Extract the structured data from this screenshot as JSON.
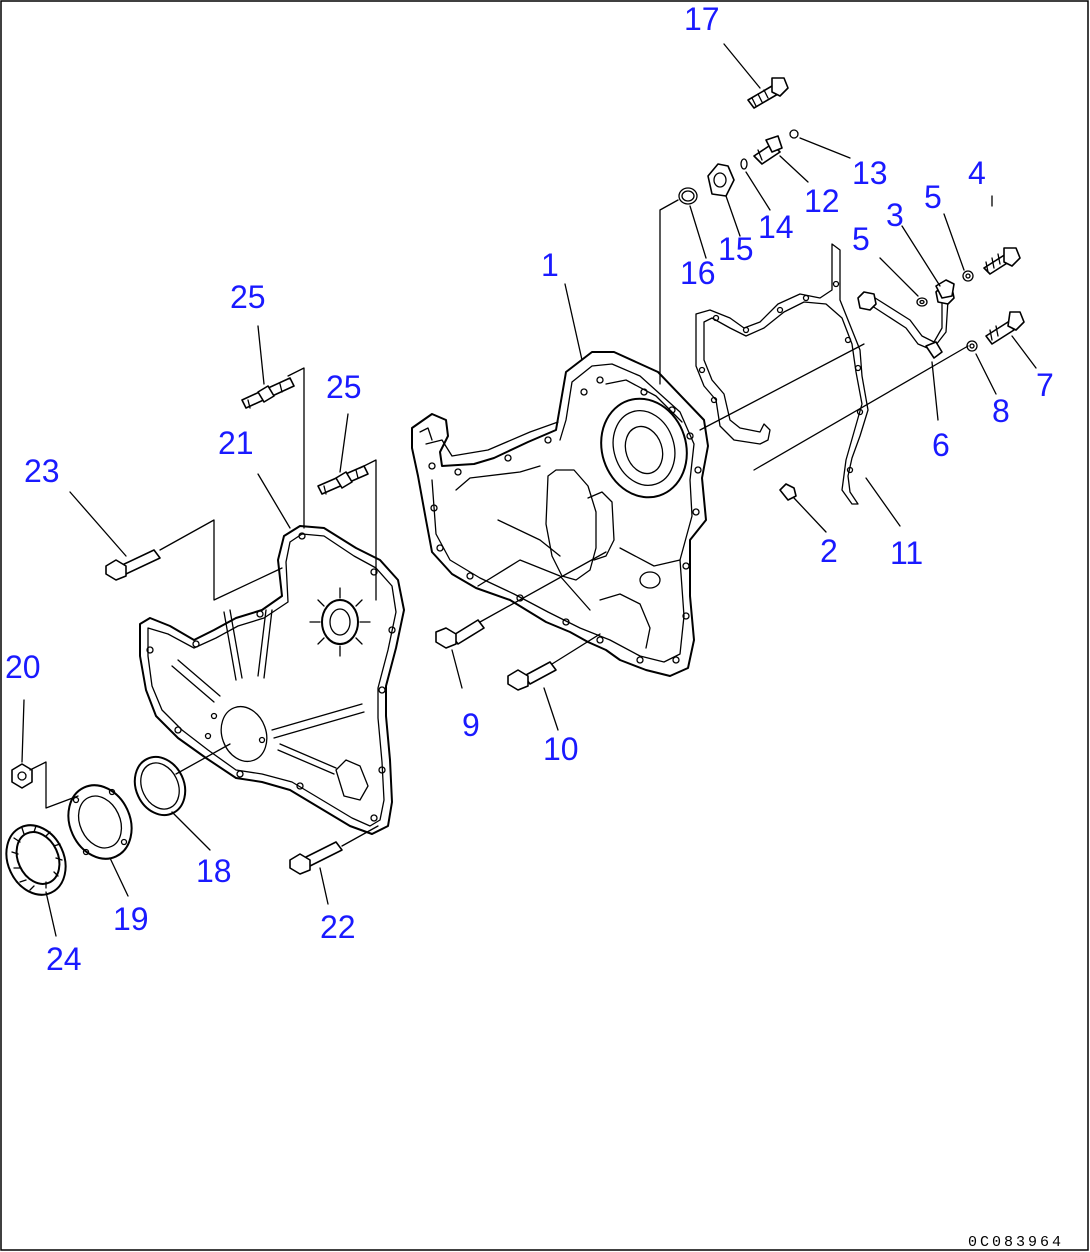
{
  "callouts": [
    {
      "id": "1",
      "text": "1"
    },
    {
      "id": "2",
      "text": "2"
    },
    {
      "id": "3",
      "text": "3"
    },
    {
      "id": "4",
      "text": "4"
    },
    {
      "id": "5a",
      "text": "5"
    },
    {
      "id": "5b",
      "text": "5"
    },
    {
      "id": "6",
      "text": "6"
    },
    {
      "id": "7",
      "text": "7"
    },
    {
      "id": "8",
      "text": "8"
    },
    {
      "id": "9",
      "text": "9"
    },
    {
      "id": "10",
      "text": "10"
    },
    {
      "id": "11",
      "text": "11"
    },
    {
      "id": "12",
      "text": "12"
    },
    {
      "id": "13",
      "text": "13"
    },
    {
      "id": "14",
      "text": "14"
    },
    {
      "id": "15",
      "text": "15"
    },
    {
      "id": "16",
      "text": "16"
    },
    {
      "id": "17",
      "text": "17"
    },
    {
      "id": "18",
      "text": "18"
    },
    {
      "id": "19",
      "text": "19"
    },
    {
      "id": "20",
      "text": "20"
    },
    {
      "id": "21",
      "text": "21"
    },
    {
      "id": "22",
      "text": "22"
    },
    {
      "id": "23",
      "text": "23"
    },
    {
      "id": "24",
      "text": "24"
    },
    {
      "id": "25a",
      "text": "25"
    },
    {
      "id": "25b",
      "text": "25"
    }
  ],
  "drawing_code": "0C083964",
  "colors": {
    "callout": "#1a1aff",
    "line": "#000000",
    "background": "#ffffff"
  }
}
